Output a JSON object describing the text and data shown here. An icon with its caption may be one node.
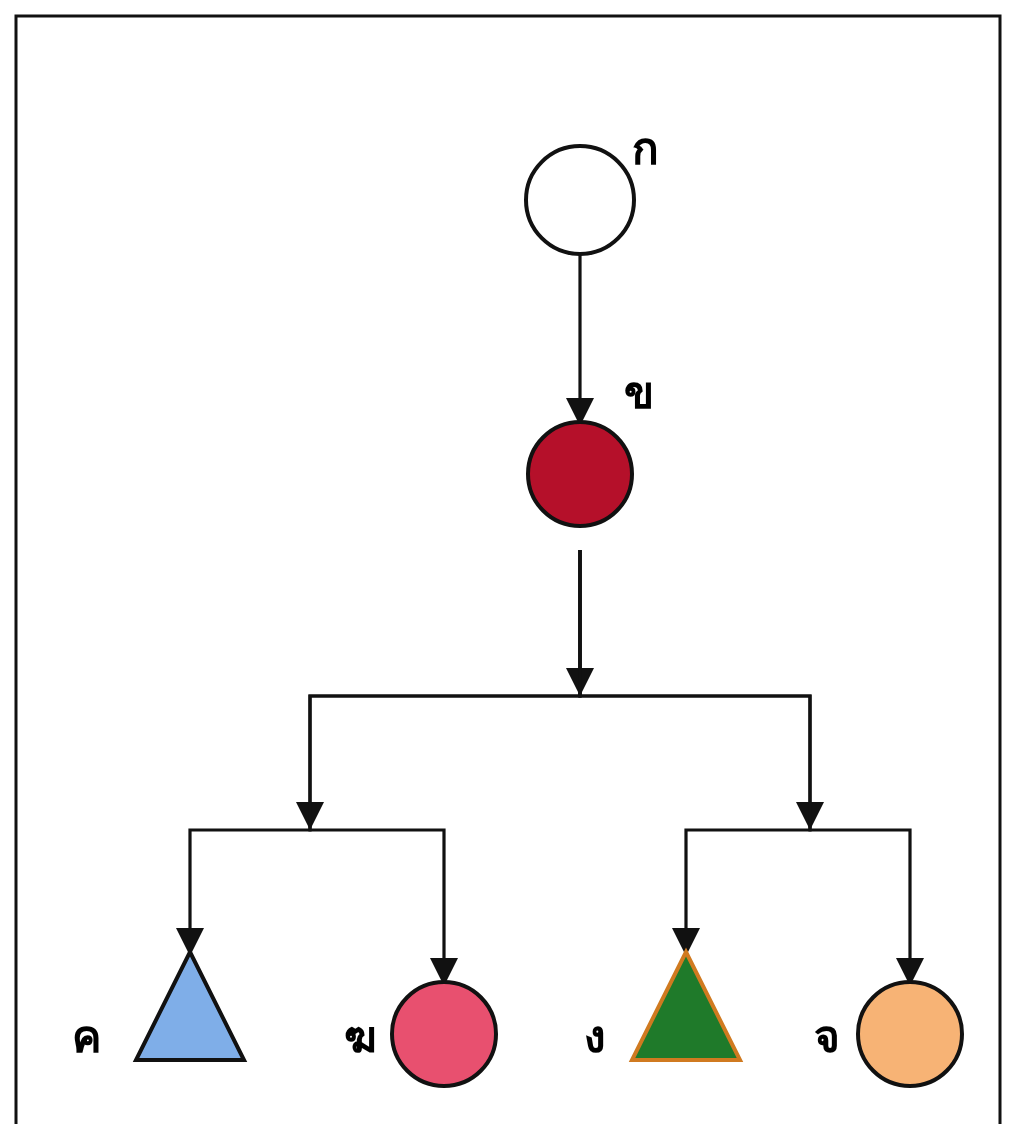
{
  "diagram": {
    "nodes": [
      {
        "text": [
          "ก"
        ]
      },
      {
        "text": [
          "ข"
        ]
      },
      {
        "text": [
          "ค"
        ]
      },
      {
        "text": [
          "ฆ"
        ]
      },
      {
        "text": [
          "ง"
        ]
      },
      {
        "text": [
          "จ"
        ]
      }
    ],
    "edges": [
      {
        "from": 0,
        "to": 1,
        "arrow": "to"
      },
      {
        "from": 1,
        "to": 2,
        "arrow": "to"
      },
      {
        "from": 1,
        "to": 3,
        "arrow": "to"
      },
      {
        "from": 1,
        "to": 4,
        "arrow": "to"
      },
      {
        "from": 1,
        "to": 5,
        "arrow": "to"
      }
    ]
  }
}
